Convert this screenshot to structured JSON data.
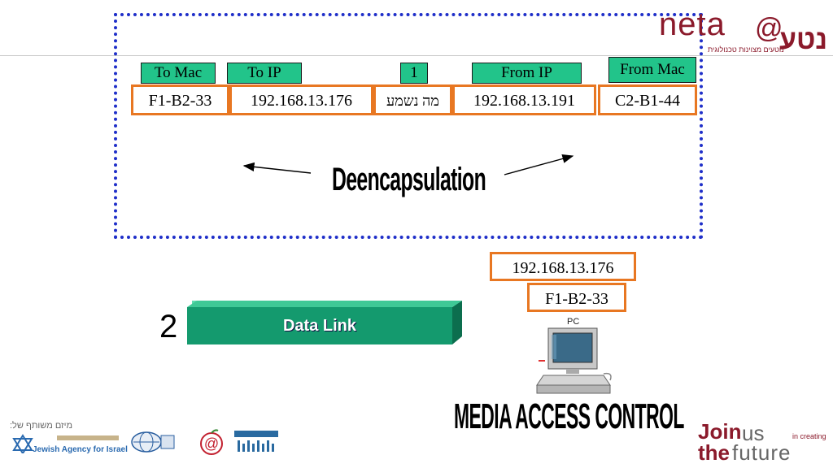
{
  "headers": {
    "to_mac": "To Mac",
    "to_ip": "To IP",
    "data": "1",
    "from_ip": "From IP",
    "from_mac": "From Mac"
  },
  "packet": {
    "dest_mac": "F1-B2-33",
    "dest_ip": "192.168.13.176",
    "payload": "מה נשמע",
    "src_ip": "192.168.13.191",
    "src_mac": "C2-B1-44"
  },
  "process_label": "Deencapsulation",
  "host": {
    "ip": "192.168.13.176",
    "mac": "F1-B2-33",
    "device_label": "PC"
  },
  "layer": {
    "number": "2",
    "name": "Data Link"
  },
  "caption": "MEDIA ACCESS CONTROL",
  "logos": {
    "neta_latin": "neta",
    "neta_hebrew": "נטע",
    "neta_tagline": "נוטעים מצוינות טכנולוגית",
    "sponsor_text": "מיזם משותף של:",
    "jewish_agency": "Jewish Agency for Israel",
    "join_line1": "Join",
    "join_us": "us",
    "join_creating": "in creating",
    "join_the": "the",
    "join_future": "future"
  },
  "colors": {
    "header_green": "#22c48a",
    "cell_border": "#e87722",
    "dotted_border": "#1f2fc9",
    "bar_green": "#149a6e",
    "logo_accent": "#8b1a2b"
  }
}
